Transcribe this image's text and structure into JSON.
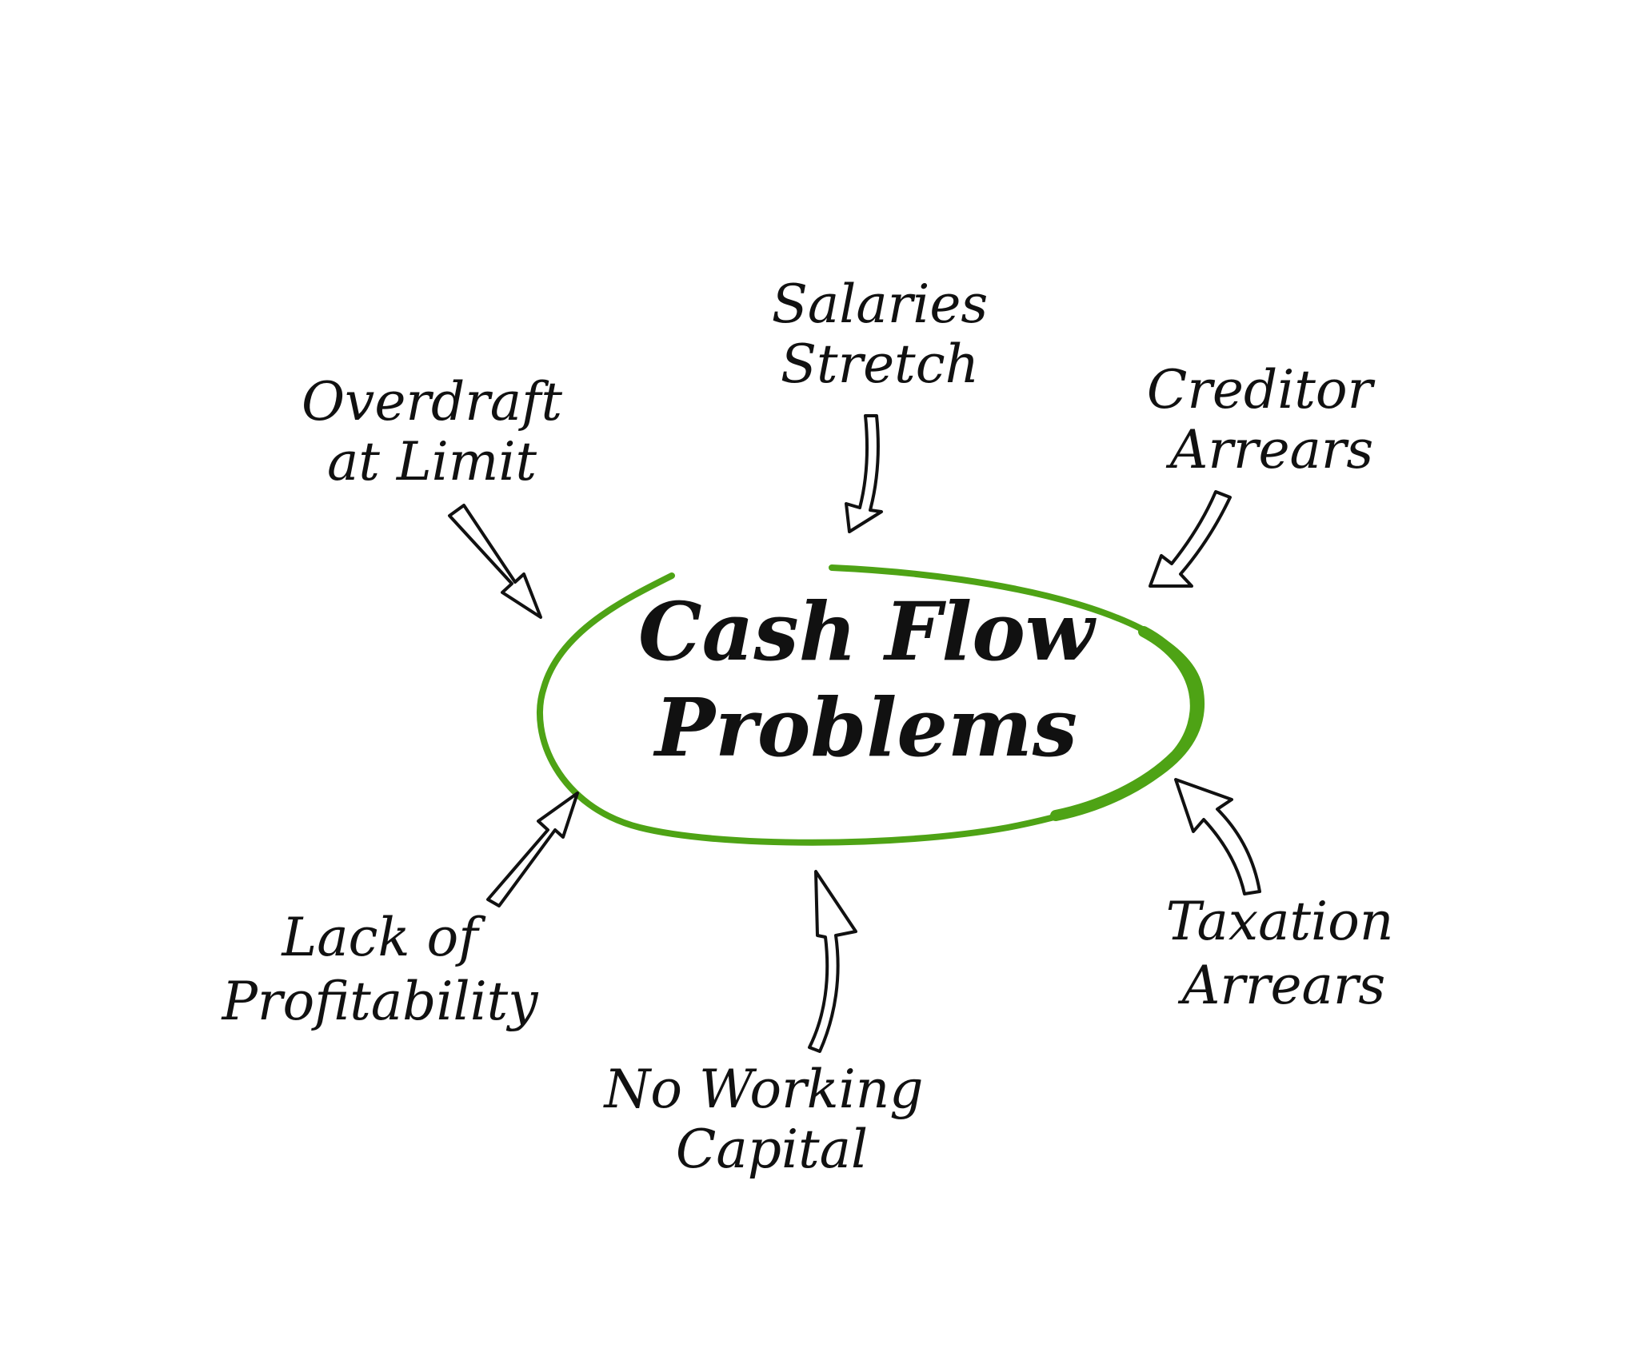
{
  "colors": {
    "accent": "#4ea315",
    "ink": "#111111",
    "background": "#ffffff"
  },
  "center": {
    "line1": "Cash Flow",
    "line2": "Problems"
  },
  "causes": {
    "salaries": {
      "line1": "Salaries",
      "line2": "Stretch"
    },
    "overdraft": {
      "line1": "Overdraft",
      "line2": "at Limit"
    },
    "creditor": {
      "line1": "Creditor",
      "line2": "Arrears"
    },
    "profitability": {
      "line1": "Lack of",
      "line2": "Profitability"
    },
    "working": {
      "line1": "No Working",
      "line2": "Capital"
    },
    "taxation": {
      "line1": "Taxation",
      "line2": "Arrears"
    }
  }
}
